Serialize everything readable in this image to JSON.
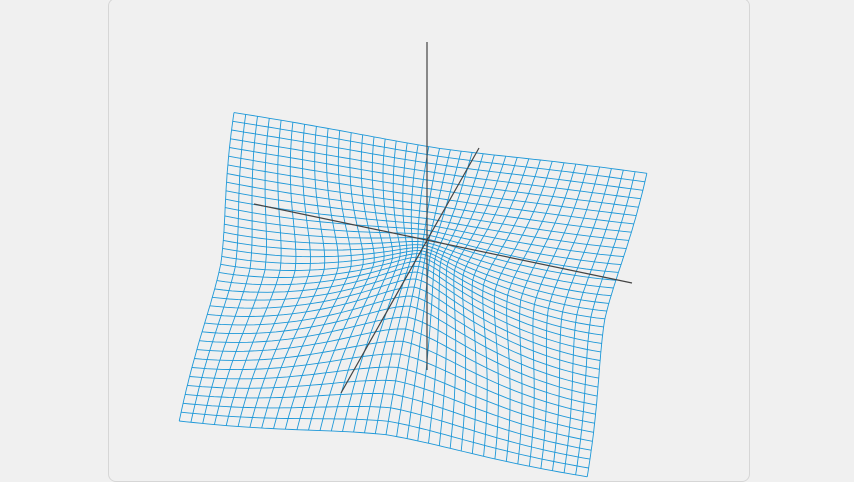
{
  "scene": {
    "surface": "saddle",
    "mesh_style": "wireframe",
    "colors": {
      "background": "#f0f0f0",
      "mesh": "#1e98d8",
      "axes": "#444444",
      "card_border": "#d6d6d6"
    },
    "mesh_lines_per_direction": 36,
    "axes_visible": true
  }
}
